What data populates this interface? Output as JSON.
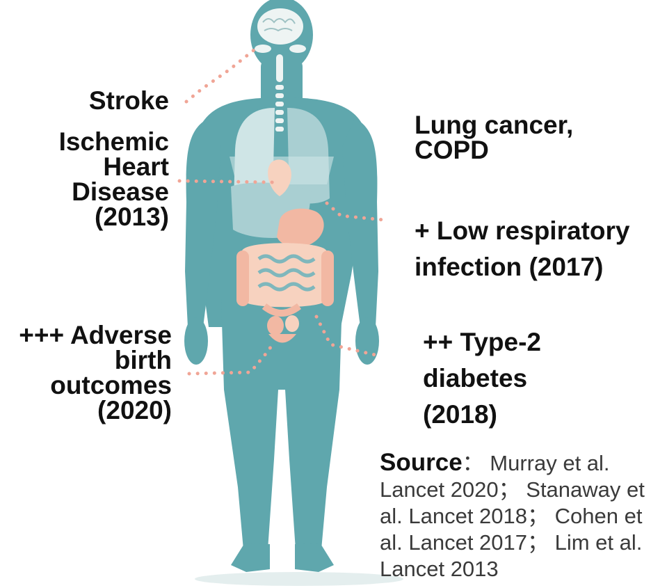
{
  "labels": {
    "stroke": [
      "Stroke"
    ],
    "ischemic": [
      "Ischemic",
      "Heart",
      "Disease",
      "(2013)"
    ],
    "lung": [
      "Lung cancer,",
      "COPD"
    ],
    "respiratory": [
      "+ Low respiratory",
      "infection (2017)"
    ],
    "birth": [
      "+++ Adverse",
      "birth",
      "outcomes",
      "(2020)"
    ],
    "diabetes": [
      "++ Type-2",
      "diabetes",
      "(2018)"
    ]
  },
  "source": {
    "heading": "Source",
    "line1": "： Murray et al.",
    "line2": "Lancet 2020； Stanaway et",
    "line3": "al. Lancet 2018； Cohen et",
    "line4": "al. Lancet 2017； Lim et al.",
    "line5": "Lancet 2013"
  },
  "colors": {
    "body": "#5fa7ad",
    "organ_light": "#a9cfd2",
    "organ_pale": "#cfe5e6",
    "organ_pink": "#f2b8a3",
    "organ_peach": "#f7d2bf",
    "brain": "#eef4f3",
    "dots": "#f0a596"
  }
}
